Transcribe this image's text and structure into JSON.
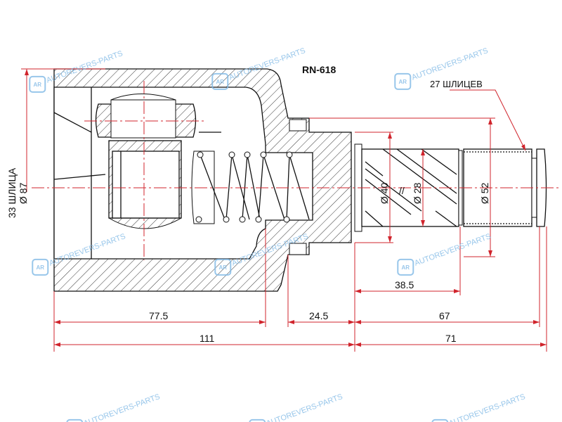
{
  "part_number": "RN-618",
  "labels": {
    "outer_splines": "33 ШЛИЦА",
    "outer_diameter": "Ø 87",
    "shaft_splines": "27 ШЛИЦЕВ",
    "d40": "Ø 40",
    "d28": "Ø 28",
    "d52": "Ø 52"
  },
  "dimensions": {
    "d77_5": "77.5",
    "d24_5": "24.5",
    "d67": "67",
    "d38_5": "38.5",
    "d111": "111",
    "d71": "71"
  },
  "watermark": {
    "text": "AUTOREVERS-PARTS",
    "logo": "AR"
  },
  "colors": {
    "dimension": "#d0242c",
    "watermark": "#7fb9e6"
  }
}
